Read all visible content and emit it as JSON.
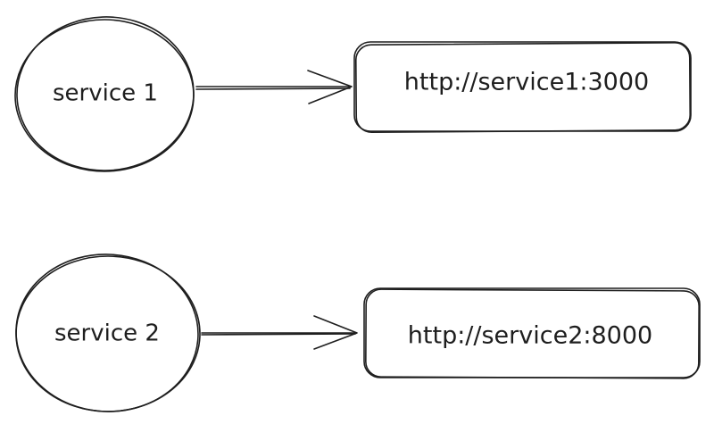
{
  "nodes": [
    {
      "label": "service 1"
    },
    {
      "label": "service 2"
    }
  ],
  "endpoints": [
    {
      "url": "http://service1:3000"
    },
    {
      "url": "http://service2:8000"
    }
  ]
}
